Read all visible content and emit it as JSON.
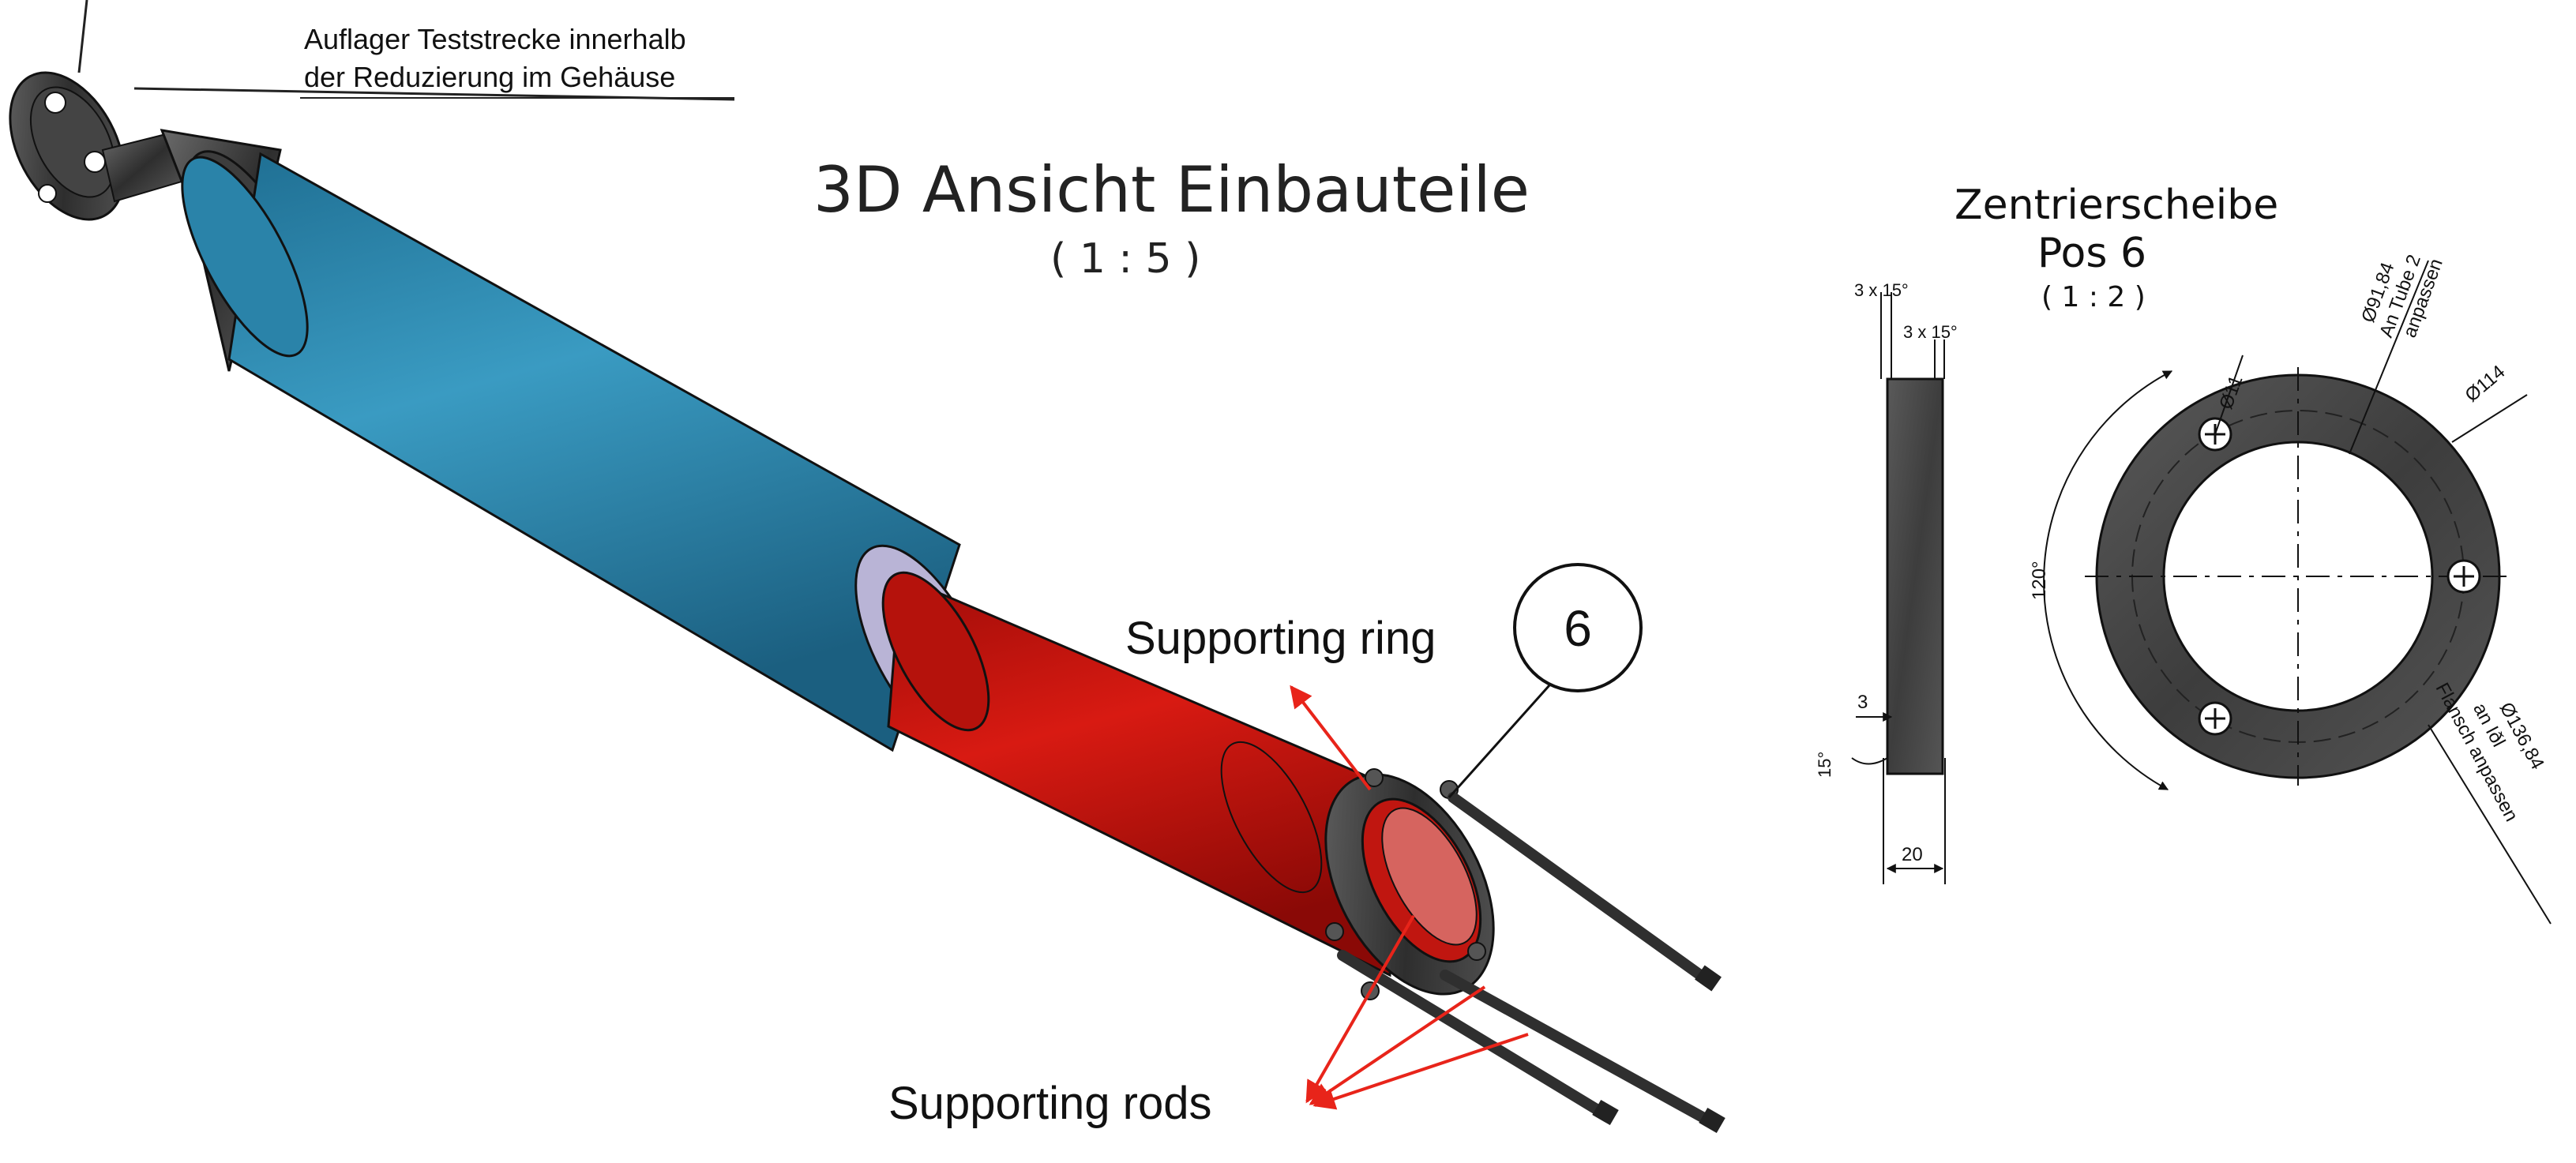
{
  "note_top": {
    "line1": "Auflager Teststrecke innerhalb",
    "line2": "der Reduzierung im Gehäuse"
  },
  "view_3d": {
    "title": "3D Ansicht Einbauteile",
    "scale": "( 1 : 5 )"
  },
  "callouts": {
    "ring_label": "Supporting ring",
    "rods_label": "Supporting rods",
    "balloon_number": "6"
  },
  "detail": {
    "title": "Zentrierscheibe",
    "subtitle": "Pos 6",
    "scale": "( 1 : 2 )",
    "dims": {
      "chamfer_left": "3 x 15°",
      "chamfer_right": "3 x 15°",
      "thickness_3": "3",
      "angle_15": "15°",
      "width_20": "20",
      "angle_120": "120°",
      "hole_d11": "Ø11",
      "d91_line1": "Ø91,84",
      "d91_line2": "An Tube 2",
      "d91_line3": "anpassen",
      "d114": "Ø114",
      "d136_line1": "Ø136,84",
      "d136_line2": "an Iðl",
      "d136_line3": "Flansch anpassen"
    }
  },
  "colors": {
    "outer_tube": "#2f8fb5",
    "inner_tube": "#c8120c",
    "flange": "#3a3a3a",
    "arrow": "#e8241a",
    "disc": "#4a4a4a"
  }
}
